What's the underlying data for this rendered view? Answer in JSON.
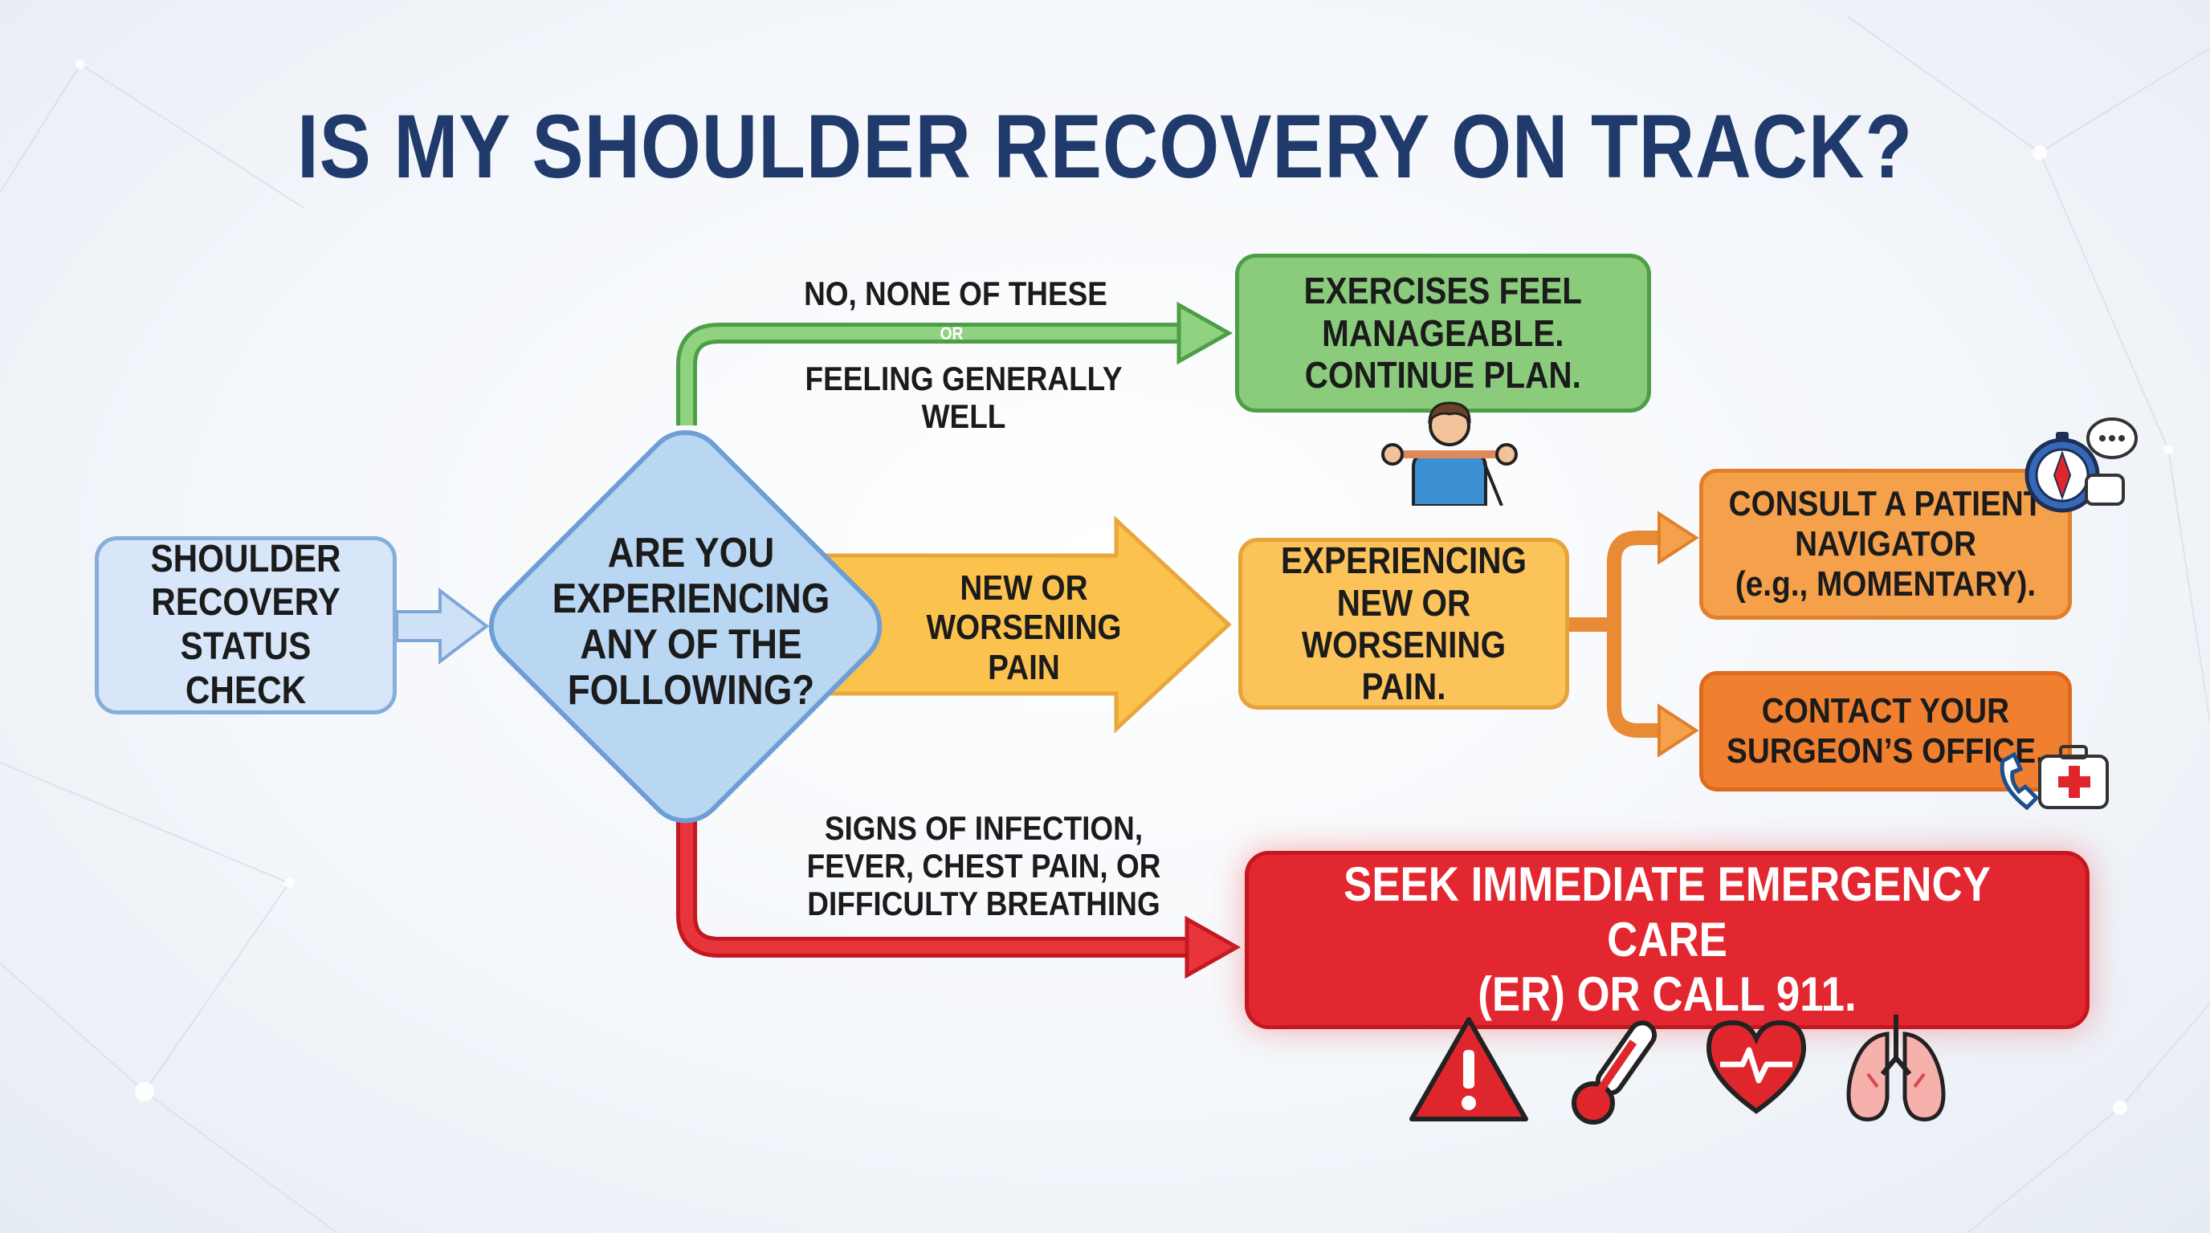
{
  "title": "IS MY SHOULDER RECOVERY ON TRACK?",
  "nodes": {
    "start": "SHOULDER\nRECOVERY\nSTATUS CHECK",
    "decision": "ARE YOU\nEXPERIENCING\nANY OF THE\nFOLLOWING?",
    "continue_plan": "EXERCISES FEEL\nMANAGEABLE.\nCONTINUE PLAN.",
    "new_pain": "EXPERIENCING\nNEW OR\nWORSENING PAIN.",
    "navigator": "CONSULT A PATIENT\nNAVIGATOR\n(e.g., MOMENTARY).",
    "surgeon": "CONTACT YOUR\nSURGEON’S OFFICE.",
    "emergency": "SEEK IMMEDIATE EMERGENCY CARE\n(ER) OR CALL 911."
  },
  "edges": {
    "green_line1": "NO, NONE OF THESE",
    "green_or": "OR",
    "green_line2": "FEELING GENERALLY WELL",
    "yellow": "NEW OR\nWORSENING\nPAIN",
    "red": "SIGNS OF INFECTION,\nFEVER, CHEST PAIN, OR\nDIFFICULTY BREATHING"
  },
  "icons": [
    "person-exercise-band-icon",
    "compass-icon",
    "chat-bubbles-icon",
    "phone-icon",
    "first-aid-kit-icon",
    "warning-icon",
    "thermometer-icon",
    "heart-rate-icon",
    "lungs-icon"
  ],
  "colors": {
    "title": "#1f3a6b",
    "start": "#d7e6f8",
    "decision": "#b9d6f2",
    "green": "#8acb7c",
    "yellow": "#fbc35a",
    "orange": "#f5a04a",
    "red": "#e32730"
  }
}
